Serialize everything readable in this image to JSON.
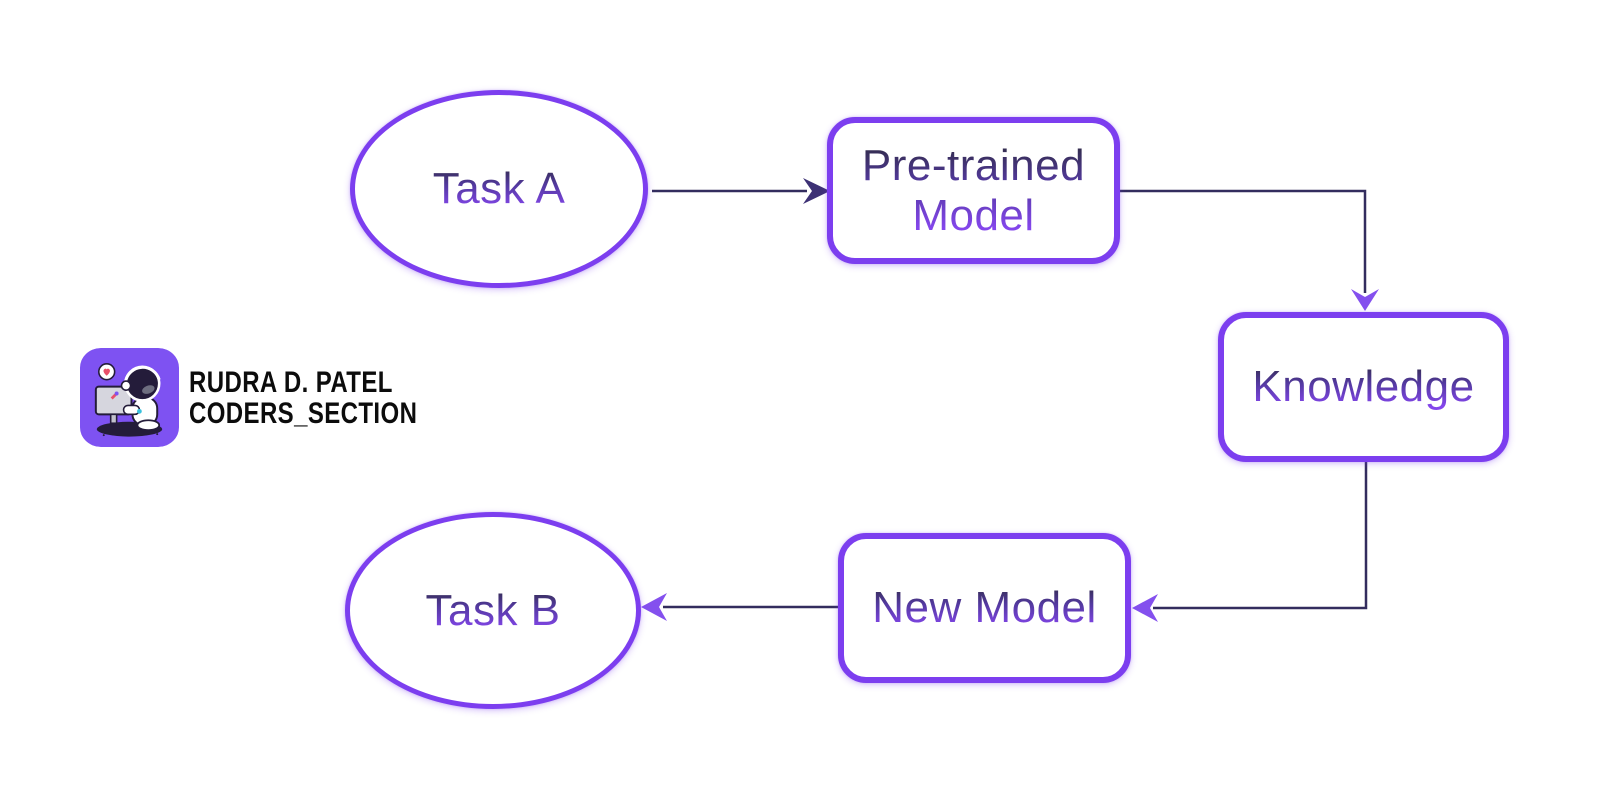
{
  "diagram": {
    "type": "flowchart",
    "nodes": {
      "task_a": {
        "label": "Task A",
        "shape": "ellipse"
      },
      "pretrained": {
        "label": "Pre-trained Model",
        "shape": "rounded-rect"
      },
      "knowledge": {
        "label": "Knowledge",
        "shape": "rounded-rect"
      },
      "new_model": {
        "label": "New Model",
        "shape": "rounded-rect"
      },
      "task_b": {
        "label": "Task B",
        "shape": "ellipse"
      }
    },
    "edges": [
      {
        "from": "Task A",
        "to": "Pre-trained Model"
      },
      {
        "from": "Pre-trained Model",
        "to": "Knowledge"
      },
      {
        "from": "Knowledge",
        "to": "New Model"
      },
      {
        "from": "New Model",
        "to": "Task B"
      }
    ]
  },
  "branding": {
    "name": "RUDRA D. PATEL",
    "handle": "CODERS_SECTION",
    "logo_icon": "astronaut-at-computer"
  },
  "colors": {
    "background": "#ffffff",
    "node_border": "#7c3eef",
    "connector_line": "#332d5e",
    "arrowhead_dark": "#3d3175",
    "arrowhead_purple": "#8450ee",
    "label_gradient_top": "#342d51",
    "label_gradient_bottom": "#8446ec",
    "logo_tile": "#7e52f2",
    "brand_text": "#0c0c0c"
  }
}
